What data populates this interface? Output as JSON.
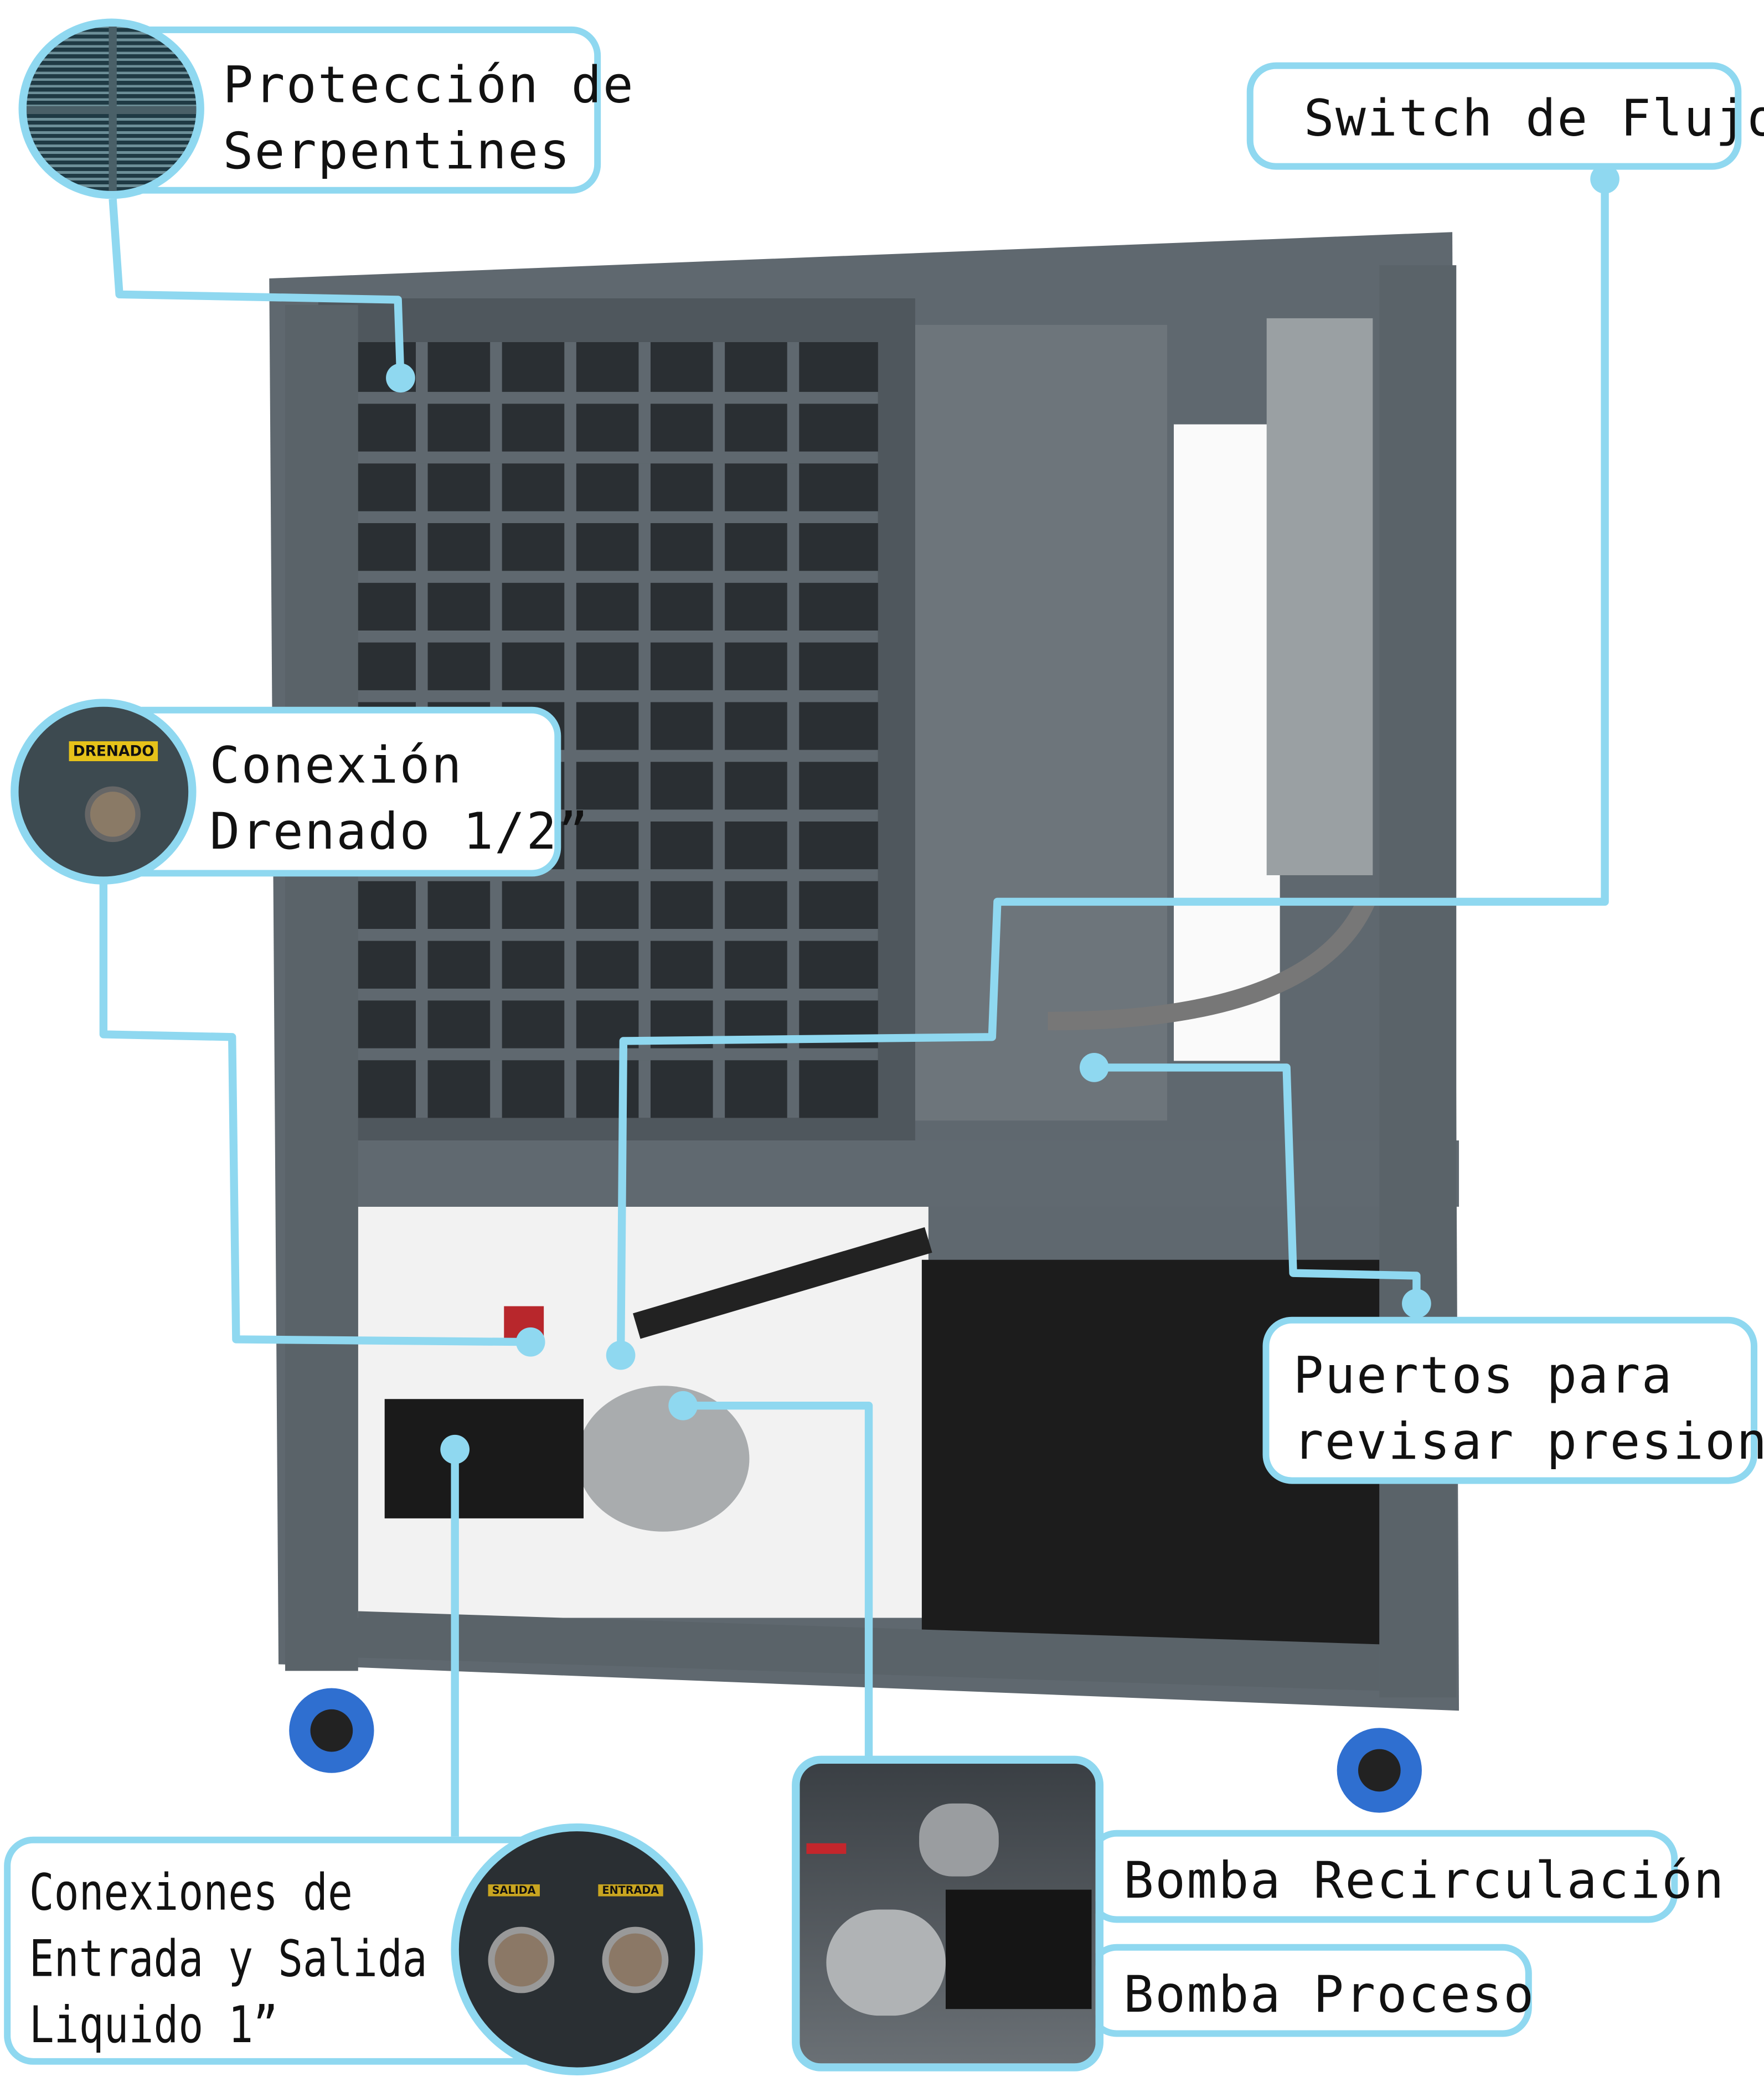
{
  "callouts": {
    "coil_protection": {
      "line1": "Protección de",
      "line2": "Serpentines"
    },
    "flow_switch": {
      "line1": "Switch de Flujo"
    },
    "drain": {
      "line1": "Conexión",
      "line2": "Drenado 1/2”",
      "tag": "DRENADO"
    },
    "pressure_ports": {
      "line1": "Puertos para",
      "line2": "revisar presiones"
    },
    "connections": {
      "line1": "Conexiones de",
      "line2": "Entrada y Salida",
      "line3": "Liquido 1”",
      "tag_out": "SALIDA",
      "tag_in": "ENTRADA"
    },
    "pumps": {
      "recirculation": "Bomba Recirculación",
      "process": "Bomba Proceso"
    }
  },
  "colors": {
    "accent": "#8fd8f0",
    "frame": "#5d666e",
    "wheel": "#2f6fd0"
  }
}
